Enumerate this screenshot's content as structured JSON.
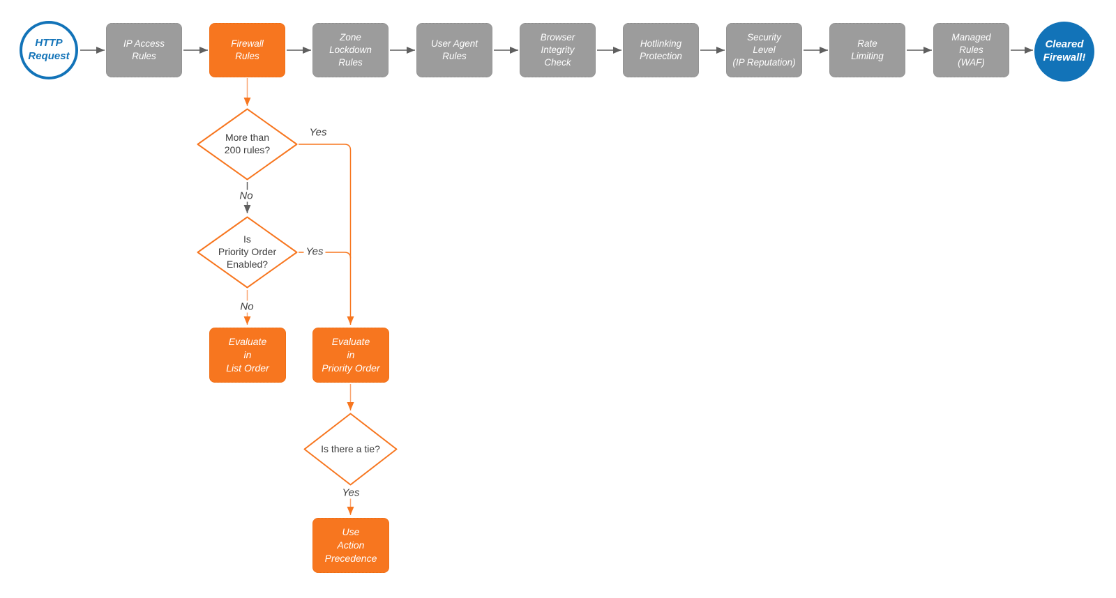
{
  "colors": {
    "orange": "#f7761f",
    "orange-light": "#f9a571",
    "node-gray": "#9c9c9c",
    "blue": "#1273b8",
    "edge-gray": "#5f5f5f",
    "text-dark": "#3d3d3d"
  },
  "diagram": {
    "start": {
      "label": "HTTP\nRequest"
    },
    "end": {
      "label": "Cleared\nFirewall!"
    },
    "pipeline": [
      {
        "label": "IP Access\nRules"
      },
      {
        "label": "Firewall\nRules"
      },
      {
        "label": "Zone\nLockdown\nRules"
      },
      {
        "label": "User Agent\nRules"
      },
      {
        "label": "Browser\nIntegrity\nCheck"
      },
      {
        "label": "Hotlinking\nProtection"
      },
      {
        "label": "Security\nLevel\n(IP Reputation)"
      },
      {
        "label": "Rate\nLimiting"
      },
      {
        "label": "Managed\nRules\n(WAF)"
      }
    ],
    "decisions": [
      {
        "label": "More than\n200 rules?"
      },
      {
        "label": "Is\nPriority Order\nEnabled?"
      },
      {
        "label": "Is there a tie?"
      }
    ],
    "actions": [
      {
        "label": "Evaluate\nin\nList Order"
      },
      {
        "label": "Evaluate\nin\nPriority Order"
      },
      {
        "label": "Use\nAction\nPrecedence"
      }
    ],
    "edge_labels": {
      "d1_yes": "Yes",
      "d1_no": "No",
      "d2_yes": "Yes",
      "d2_no": "No",
      "d3_yes": "Yes"
    },
    "edges": [
      {
        "from": "HTTP Request",
        "to": "IP Access Rules"
      },
      {
        "from": "IP Access Rules",
        "to": "Firewall Rules"
      },
      {
        "from": "Firewall Rules",
        "to": "Zone Lockdown Rules"
      },
      {
        "from": "Zone Lockdown Rules",
        "to": "User Agent Rules"
      },
      {
        "from": "User Agent Rules",
        "to": "Browser Integrity Check"
      },
      {
        "from": "Browser Integrity Check",
        "to": "Hotlinking Protection"
      },
      {
        "from": "Hotlinking Protection",
        "to": "Security Level (IP Reputation)"
      },
      {
        "from": "Security Level (IP Reputation)",
        "to": "Rate Limiting"
      },
      {
        "from": "Rate Limiting",
        "to": "Managed Rules (WAF)"
      },
      {
        "from": "Managed Rules (WAF)",
        "to": "Cleared Firewall!"
      },
      {
        "from": "Firewall Rules",
        "to": "More than 200 rules?"
      },
      {
        "from": "More than 200 rules?",
        "to": "Evaluate in Priority Order",
        "label": "Yes"
      },
      {
        "from": "More than 200 rules?",
        "to": "Is Priority Order Enabled?",
        "label": "No"
      },
      {
        "from": "Is Priority Order Enabled?",
        "to": "Evaluate in Priority Order",
        "label": "Yes"
      },
      {
        "from": "Is Priority Order Enabled?",
        "to": "Evaluate in List Order",
        "label": "No"
      },
      {
        "from": "Evaluate in Priority Order",
        "to": "Is there a tie?"
      },
      {
        "from": "Is there a tie?",
        "to": "Use Action Precedence",
        "label": "Yes"
      }
    ]
  }
}
